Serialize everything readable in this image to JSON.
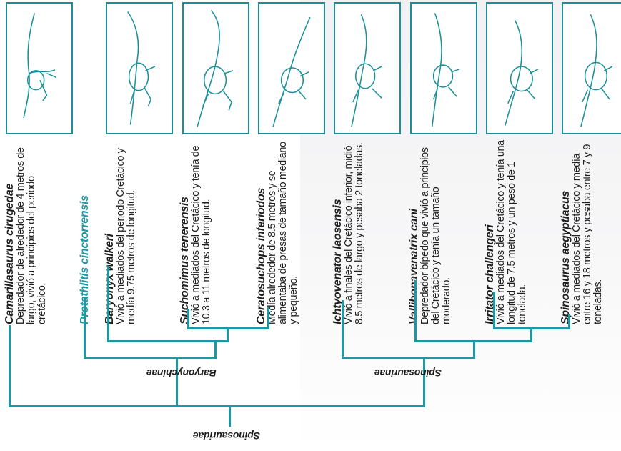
{
  "colors": {
    "accent": "#1a98a4",
    "text": "#1e1e1e"
  },
  "species": [
    {
      "name": "Camarillasaurus cirugedae",
      "desc": "Depredador de alrededor de 4 metros de largo, vivió a principios del periodo cretácico.",
      "highlight": false,
      "icon": "camarillasaurus-illustration"
    },
    {
      "name": "Protathlitis cinctorrensis",
      "desc": "",
      "highlight": true,
      "icon": ""
    },
    {
      "name": "Baryonyx walkeri",
      "desc": "Vivió a mediados del periodo Cretácico y medía 9.75 metros de longitud.",
      "highlight": false,
      "icon": "baryonyx-illustration"
    },
    {
      "name": "Suchomimus tenerensis",
      "desc": "Vivió a mediados del Cretácico y tenía de 10.3 a 11 metros de longitud.",
      "highlight": false,
      "icon": "suchomimus-illustration"
    },
    {
      "name": "Ceratosuchops inferiodos",
      "desc": "Medía alrededor de 8.5 metros y se alimentaba de presas de tamaño mediano y pequeño.",
      "highlight": false,
      "icon": "ceratosuchops-illustration"
    },
    {
      "name": "Ichtyovenator laosensis",
      "desc": "Vivió a finales del Cretácico inferior, midió 8.5 metros de largo y pesaba 2 toneladas.",
      "highlight": false,
      "icon": "ichthyovenator-illustration"
    },
    {
      "name": "Vallibonavenatrix cani",
      "desc": "Depredador bípedo que vivió a principios del Cretácico y tenía un tamaño moderado.",
      "highlight": false,
      "icon": "vallibonavenatrix-illustration"
    },
    {
      "name": "Irritator challengeri",
      "desc": "Vivió a mediados del Cretácico y tenía una longitud de 7.5 metros y un peso de 1 tonelada.",
      "highlight": false,
      "icon": "irritator-illustration"
    },
    {
      "name": "Spinosaurus aegyptiacus",
      "desc": "Vivió a mediados del Cretácico y medía entre 16 y 18 metros y pesaba entre 7 y 9 toneladas.",
      "highlight": false,
      "icon": "spinosaurus-illustration"
    }
  ],
  "clades": {
    "family": "Spinosauridae",
    "baryonychinae": "Baryonychinae",
    "spinosaurinae": "Spinosaurinae"
  }
}
